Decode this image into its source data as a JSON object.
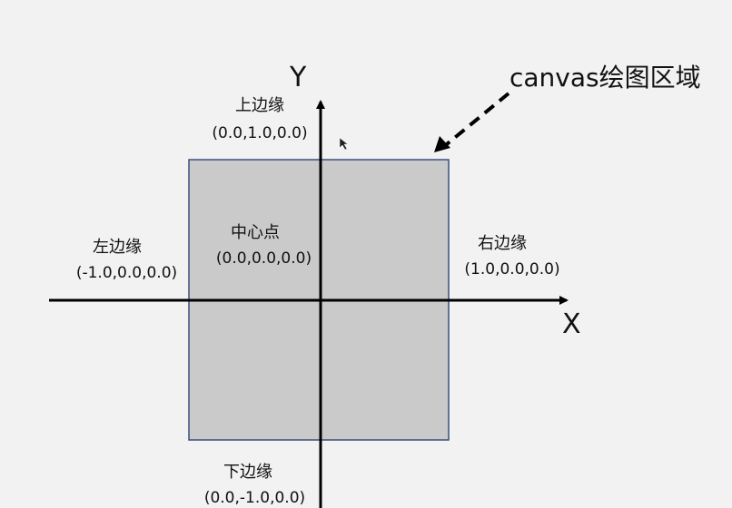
{
  "axes": {
    "y_label": "Y",
    "x_label": "X"
  },
  "callout": {
    "text": "canvas绘图区域"
  },
  "edges": {
    "top": {
      "name": "上边缘",
      "coord": "(0.0,1.0,0.0)"
    },
    "left": {
      "name": "左边缘",
      "coord": "(-1.0,0.0,0.0)"
    },
    "right": {
      "name": "右边缘",
      "coord": "(1.0,0.0,0.0)"
    },
    "bottom": {
      "name": "下边缘",
      "coord": "(0.0,-1.0,0.0)"
    }
  },
  "center": {
    "name": "中心点",
    "coord": "(0.0,0.0,0.0)"
  },
  "colors": {
    "background": "#f2f2f2",
    "canvas_fill": "#cacaca",
    "canvas_border": "#3b4f7a",
    "axis": "#000000"
  }
}
